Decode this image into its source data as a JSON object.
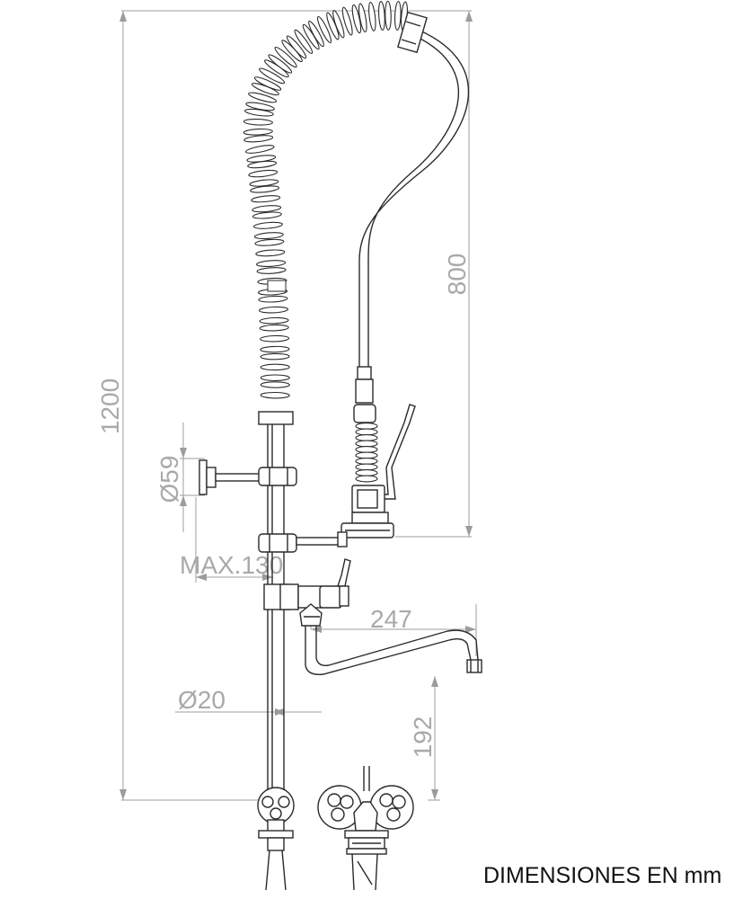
{
  "dimensions": {
    "overall_height": "1200",
    "hose_height": "800",
    "bracket_diameter": "Ø59",
    "bracket_max": "MAX.130",
    "spout_reach": "247",
    "pipe_diameter": "Ø20",
    "spout_height": "192"
  },
  "footer": {
    "units_note": "DIMENSIONES EN mm"
  },
  "colors": {
    "ink": "#2a2a2a",
    "dimension": "#9c9c9c",
    "background": "#ffffff"
  }
}
